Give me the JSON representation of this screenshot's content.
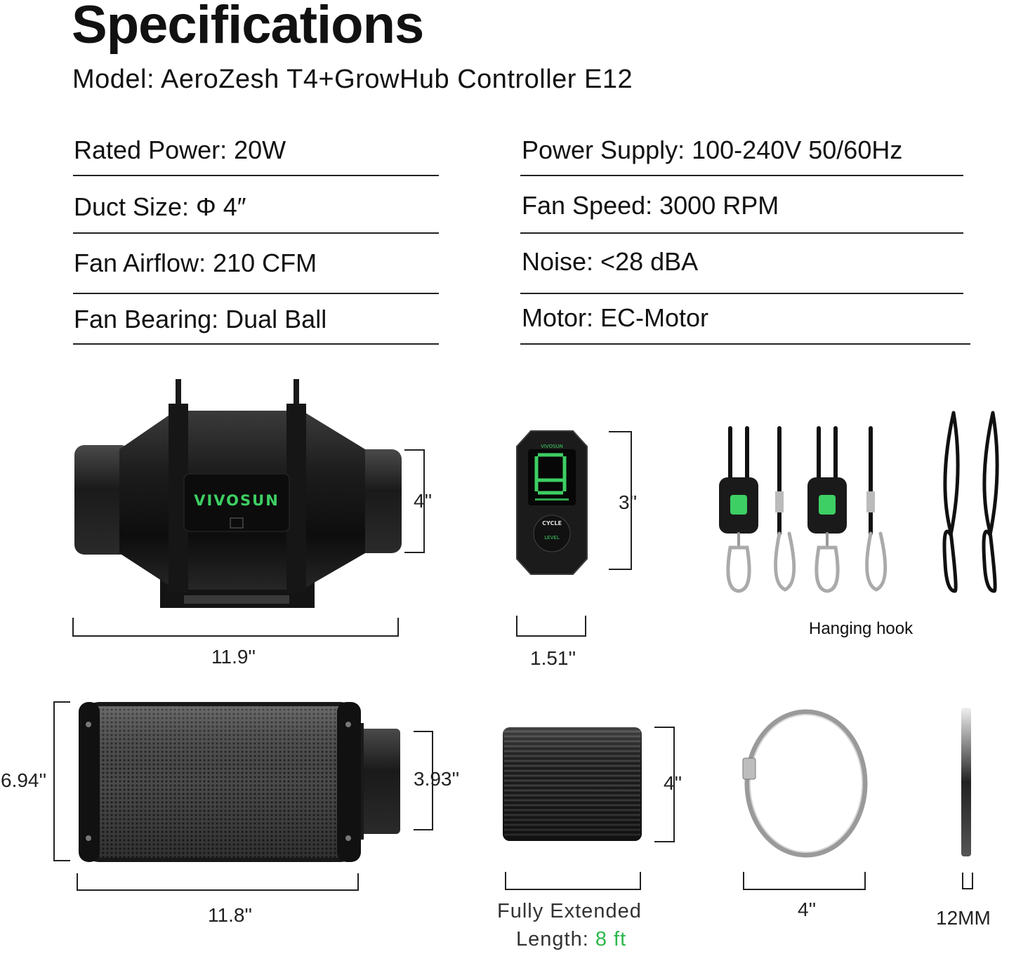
{
  "title": "Specifications",
  "model": "Model: AeroZesh T4+GrowHub Controller E12",
  "specs_left": [
    "Rated Power: 20W",
    "Duct Size: Φ 4″",
    "Fan Airflow: 210 CFM",
    "Fan Bearing: Dual Ball"
  ],
  "specs_right": [
    "Power Supply: 100-240V  50/60Hz",
    "Fan Speed: 3000 RPM",
    "Noise: <28 dBA",
    "Motor: EC-Motor"
  ],
  "products": {
    "fan": {
      "brand": "VIVOSUN",
      "height": "4''",
      "length": "11.9''"
    },
    "controller": {
      "brand": "VIVOSUN",
      "height": "3''",
      "width": "1.51''",
      "cycle": "CYCLE",
      "level": "LEVEL"
    },
    "hanger": {
      "label": "Hanging hook"
    },
    "filter": {
      "height": "6.94''",
      "collar": "3.93''",
      "length": "11.8''"
    },
    "duct": {
      "diameter": "4''",
      "caption": "Fully Extended",
      "length_label": "Length:",
      "length_value": "8 ft"
    },
    "clamp": {
      "size": "4''"
    },
    "tape": {
      "width": "12MM"
    }
  },
  "colors": {
    "accent_green": "#2db84b",
    "product_black": "#1a1a1a"
  }
}
